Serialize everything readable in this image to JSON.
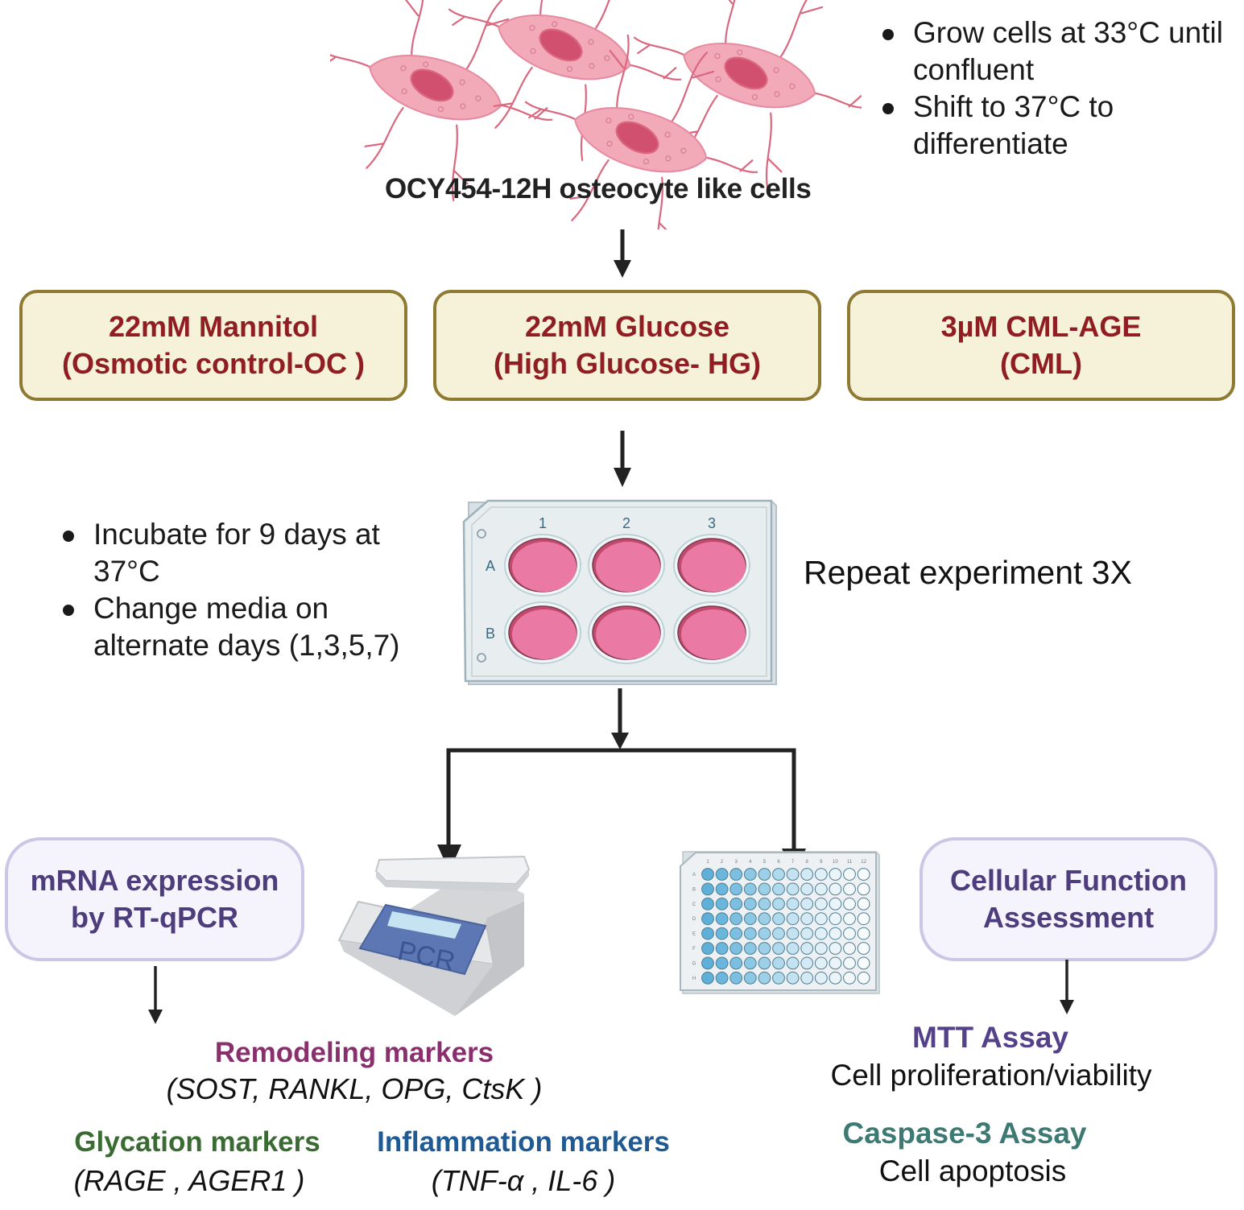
{
  "cells": {
    "title": "OCY454-12H osteocyte like cells",
    "culture_steps": [
      "Grow cells at 33°C until confluent",
      "Shift to 37°C to differentiate"
    ]
  },
  "treatments": [
    {
      "line1": "22mM Mannitol",
      "line2": "(Osmotic control-OC )"
    },
    {
      "line1": "22mM Glucose",
      "line2": "(High Glucose- HG)"
    },
    {
      "line1": "3µM CML-AGE",
      "line2": "(CML)"
    }
  ],
  "incubation": {
    "steps": [
      "Incubate for 9 days at 37°C",
      "Change media on alternate days (1,3,5,7)"
    ],
    "plate": {
      "columns": [
        "1",
        "2",
        "3"
      ],
      "rows": [
        "A",
        "B"
      ],
      "well_color": "#ea7aa4"
    },
    "repeat_note": "Repeat experiment 3X"
  },
  "branches": {
    "left": {
      "title_line1": "mRNA expression",
      "title_line2": "by RT-qPCR",
      "instrument_label": "PCR",
      "markers": [
        {
          "name": "Remodeling markers",
          "genes": "(SOST, RANKL, OPG, CtsK )",
          "color": "#8a2f6e"
        },
        {
          "name": "Glycation markers",
          "genes": "(RAGE , AGER1 )",
          "color": "#3a6b32"
        },
        {
          "name": "Inflammation markers",
          "genes": "(TNF-α , IL-6 )",
          "color": "#1f5a93"
        }
      ]
    },
    "right": {
      "title_line1": "Cellular Function",
      "title_line2": "Assessment",
      "plate96": {
        "columns": [
          "1",
          "2",
          "3",
          "4",
          "5",
          "6",
          "7",
          "8",
          "9",
          "10",
          "11",
          "12"
        ],
        "rows": [
          "A",
          "B",
          "C",
          "D",
          "E",
          "F",
          "G",
          "H"
        ]
      },
      "assays": [
        {
          "name": "MTT Assay",
          "description": "Cell proliferation/viability",
          "color": "#55408a"
        },
        {
          "name": "Caspase-3  Assay",
          "description": "Cell apoptosis",
          "color": "#3d7a74"
        }
      ]
    }
  },
  "colors": {
    "treatment_text": "#8f1d22",
    "treatment_fill": "#f6f2d9",
    "treatment_border": "#8e7a33",
    "pill_text": "#4e3d7d",
    "pill_fill": "#f5f3fb",
    "pill_border": "#cdc5e6",
    "cell_body": "#f2a9b8",
    "cell_nucleus": "#d2506f"
  }
}
